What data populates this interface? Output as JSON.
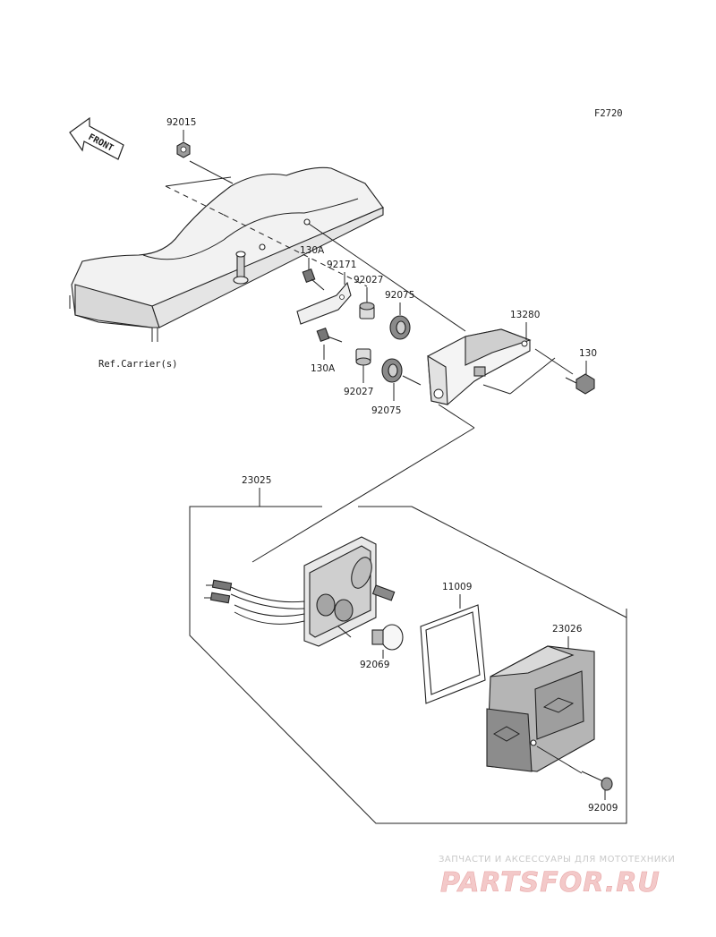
{
  "figure_code": "F2720",
  "front_marker": "FRONT",
  "reference_note": "Ref.Carrier(s)",
  "callouts": {
    "nut_92015": "92015",
    "bolt_130a_top": "130A",
    "bracket_92171": "92171",
    "collar_92027_top": "92027",
    "grommet_92075_top": "92075",
    "bracket_13280": "13280",
    "bolt_130": "130",
    "bolt_130a_bottom": "130A",
    "collar_92027_bottom": "92027",
    "grommet_92075_bottom": "92075",
    "lamp_assy_23025": "23025",
    "gasket_11009": "11009",
    "lens_23026": "23026",
    "bulb_92069": "92069",
    "screw_92009": "92009"
  },
  "watermark": {
    "tagline": "ЗАПЧАСТИ И АКСЕССУАРЫ ДЛЯ МОТОТЕХНИКИ",
    "brand": "PARTSFOR.RU"
  },
  "colors": {
    "line": "#222222",
    "part_fill_light": "#ececec",
    "part_fill_mid": "#bdbdbd",
    "part_fill_dark": "#6a6a6a",
    "watermark_text": "#c9c9c9",
    "watermark_logo": "#f3c9c9"
  }
}
